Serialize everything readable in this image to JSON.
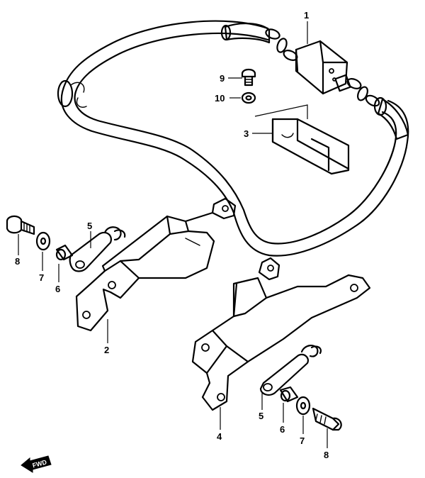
{
  "callouts": {
    "c1": "1",
    "c2": "2",
    "c3": "3",
    "c4": "4",
    "c5_left": "5",
    "c5_right": "5",
    "c6_left": "6",
    "c6_right": "6",
    "c7_left": "7",
    "c7_right": "7",
    "c8_left": "8",
    "c8_right": "8",
    "c9": "9",
    "c10": "10"
  },
  "fwd_label": "FWD"
}
